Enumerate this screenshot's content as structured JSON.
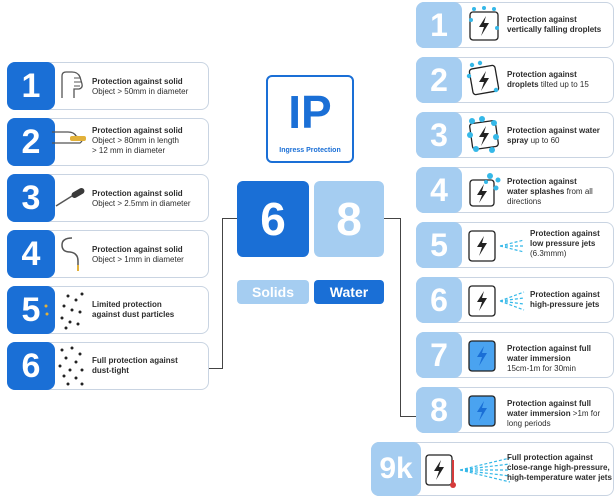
{
  "ip": {
    "title": "IP",
    "subtitle": "Ingress Protection"
  },
  "selected": {
    "solids_digit": "6",
    "water_digit": "8",
    "solids_label": "Solids",
    "water_label": "Water"
  },
  "solids": [
    {
      "num": "1",
      "bold": "Protection against solid",
      "rest": "Object > 50mm in diameter"
    },
    {
      "num": "2",
      "bold": "Protection against solid",
      "rest": "Object > 80mm in length\n> 12 mm in diameter"
    },
    {
      "num": "3",
      "bold": "Protection against solid",
      "rest": "Object > 2.5mm in diameter"
    },
    {
      "num": "4",
      "bold": "Protection against solid",
      "rest": "Object > 1mm in diameter"
    },
    {
      "num": "5",
      "bold": "Limited protection\nagainst dust particles",
      "rest": ""
    },
    {
      "num": "6",
      "bold": "Full protection against\ndust-tight",
      "rest": ""
    }
  ],
  "water": [
    {
      "num": "1",
      "bold": "Protection against\nvertically falling droplets",
      "rest": ""
    },
    {
      "num": "2",
      "bold": "Protection against\ndroplets",
      "rest": " tilted up to 15"
    },
    {
      "num": "3",
      "bold": "Protection against water\nspray",
      "rest": " up to 60"
    },
    {
      "num": "4",
      "bold": "Protection against\nwater splashes",
      "rest": " from all\ndirections"
    },
    {
      "num": "5",
      "bold": "Protection against\nlow pressure jets",
      "rest": "\n(6.3mmm)"
    },
    {
      "num": "6",
      "bold": "Protection against\nhigh-pressure jets",
      "rest": ""
    },
    {
      "num": "7",
      "bold": "Protection against full\nwater immersion",
      "rest": "\n15cm-1m for 30min"
    },
    {
      "num": "8",
      "bold": "Protection against full\nwater immersion",
      "rest": " >1m for\nlong periods"
    },
    {
      "num": "9k",
      "bold": "Full protection against\nclose-range high-pressure,\nhigh-temperature water jets",
      "rest": ""
    }
  ],
  "colors": {
    "dark": "#1a6fd6",
    "light": "#a5cdf1",
    "water_drop": "#35b8e8"
  }
}
